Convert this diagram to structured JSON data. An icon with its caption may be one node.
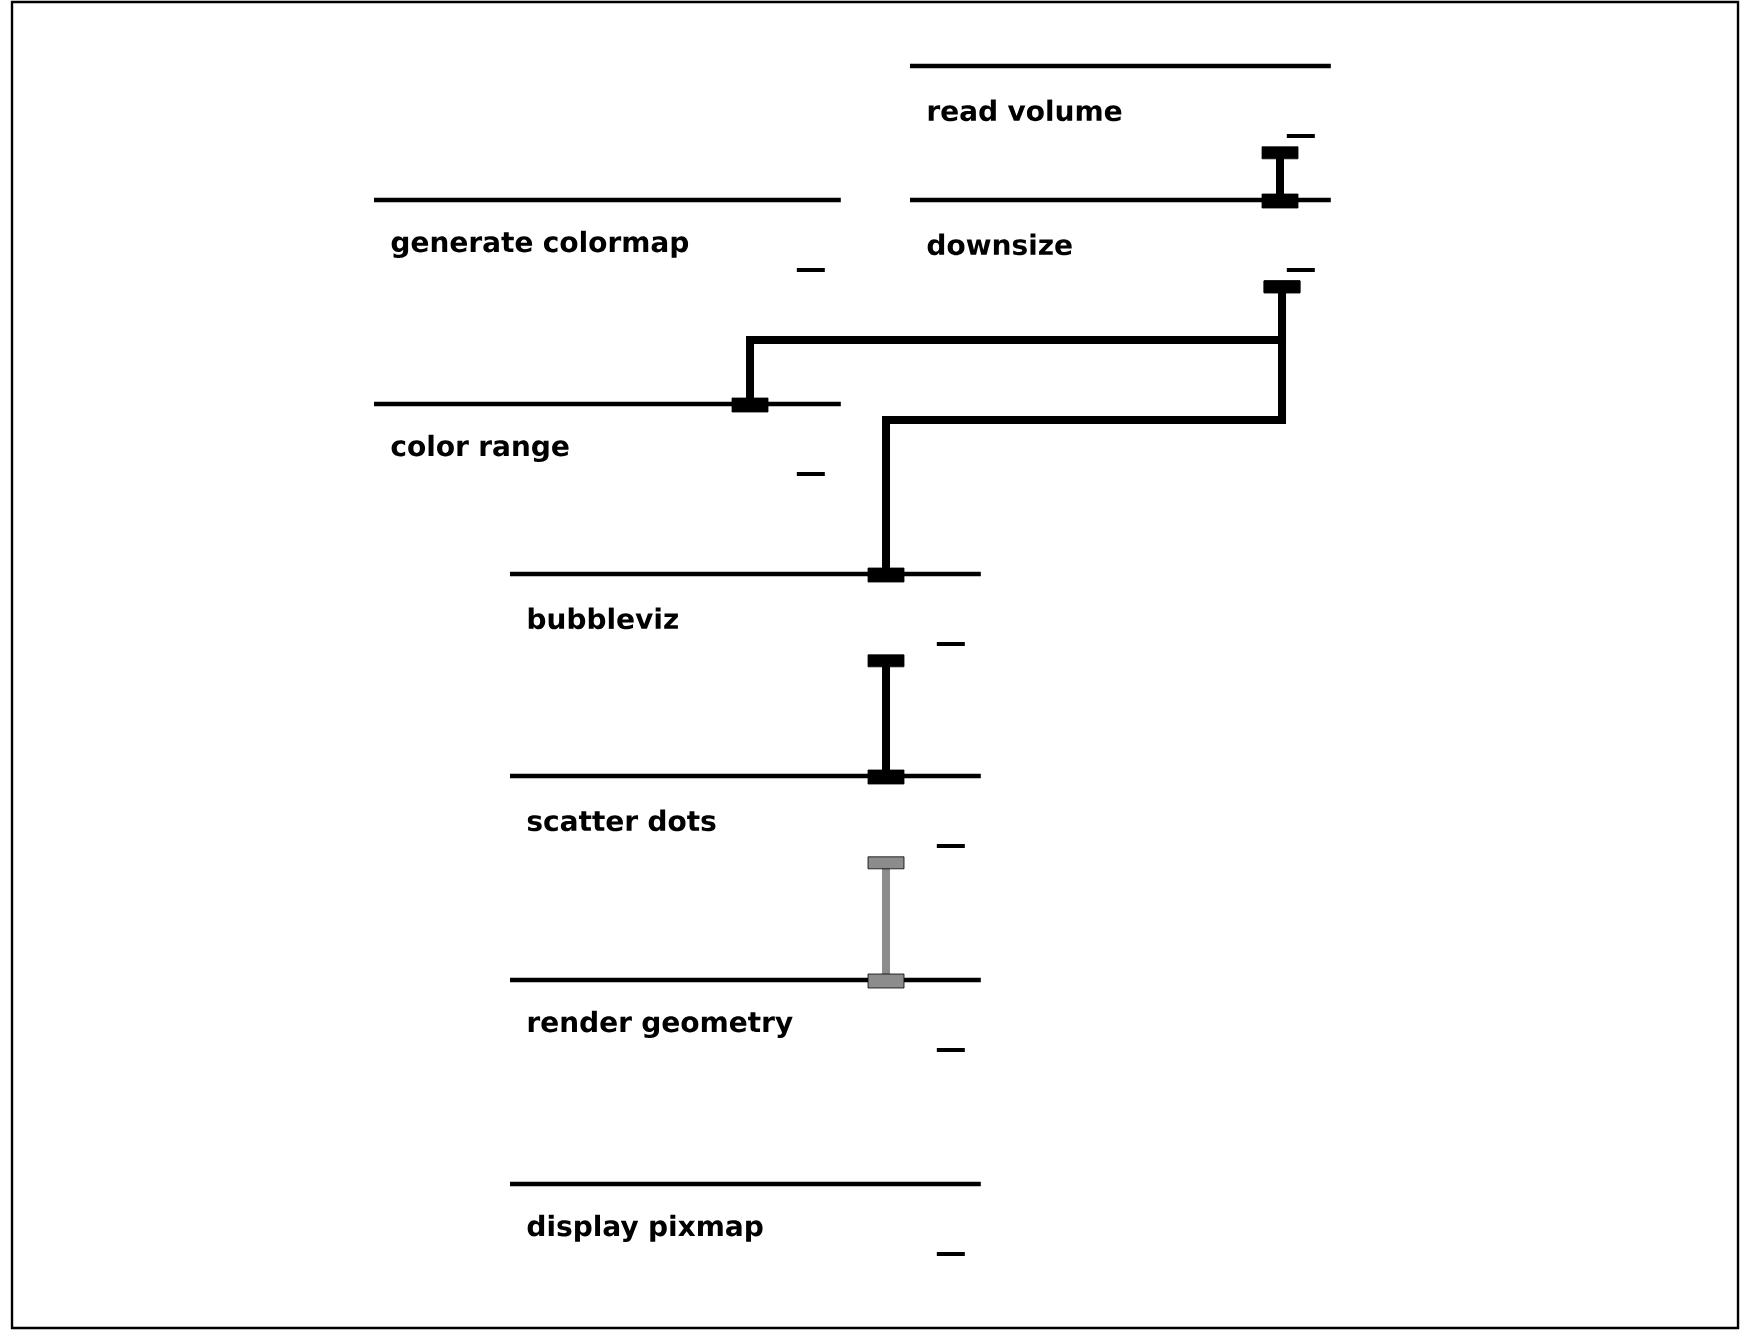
{
  "diagram": {
    "nodes": [
      {
        "text": [
          "read volume"
        ]
      },
      {
        "text": [
          "generate colormap"
        ]
      },
      {
        "text": [
          "downsize"
        ]
      },
      {
        "text": [
          "color range"
        ]
      },
      {
        "text": [
          "bubbleviz"
        ]
      },
      {
        "text": [
          "scatter dots"
        ]
      },
      {
        "text": [
          "render geometry"
        ]
      },
      {
        "text": [
          "display pixmap"
        ]
      }
    ],
    "edges": [
      {
        "from": 0,
        "to": 2,
        "arrow": "other"
      },
      {
        "from": 2,
        "to": 3,
        "arrow": "other"
      },
      {
        "from": 2,
        "to": 4,
        "arrow": "other"
      },
      {
        "from": 4,
        "to": 5,
        "arrow": "other"
      },
      {
        "from": 5,
        "to": 6,
        "arrow": "other",
        "color": "#8c8c8c"
      }
    ]
  }
}
